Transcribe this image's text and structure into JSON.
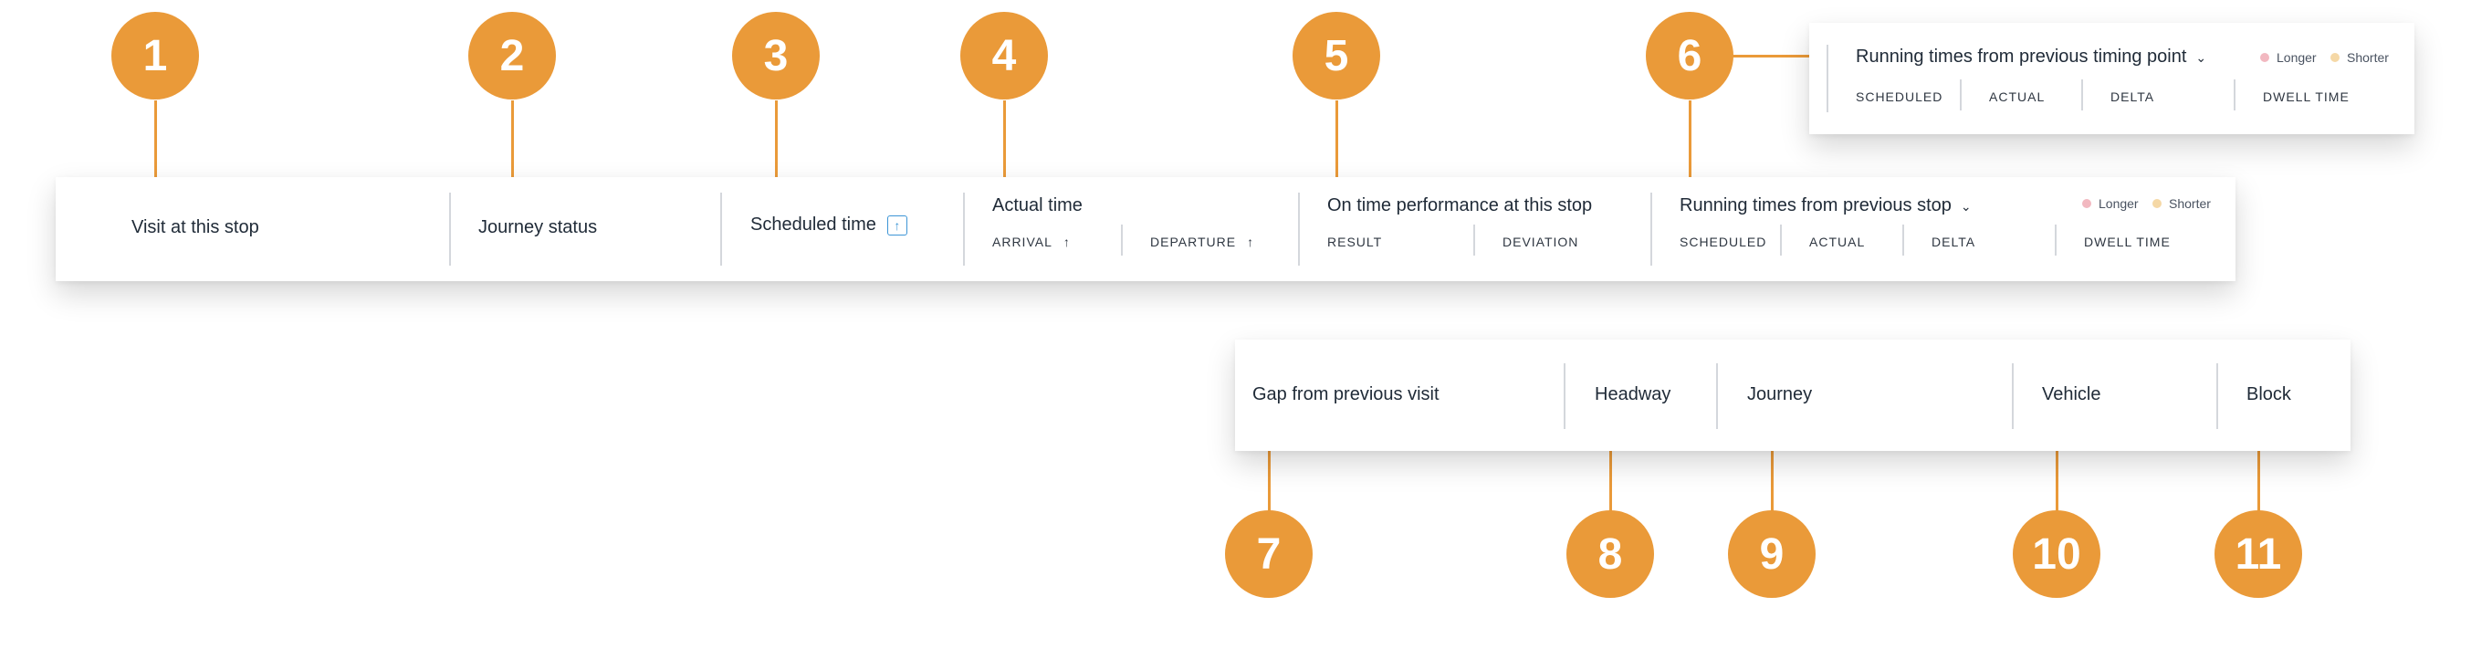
{
  "markers": [
    "1",
    "2",
    "3",
    "4",
    "5",
    "6",
    "7",
    "8",
    "9",
    "10",
    "11"
  ],
  "main_header": {
    "visit": "Visit at this stop",
    "journey_status": "Journey status",
    "scheduled_time": "Scheduled time",
    "actual_time": {
      "title": "Actual time",
      "arrival": "ARRIVAL",
      "departure": "DEPARTURE"
    },
    "otp": {
      "title": "On time performance at this stop",
      "result": "RESULT",
      "deviation": "DEVIATION"
    },
    "running_times": {
      "title": "Running times from previous stop",
      "scheduled": "SCHEDULED",
      "actual": "ACTUAL",
      "delta": "DELTA",
      "dwell": "DWELL TIME",
      "legend_longer": "Longer",
      "legend_shorter": "Shorter"
    }
  },
  "timing_point_header": {
    "title": "Running times from previous timing point",
    "scheduled": "SCHEDULED",
    "actual": "ACTUAL",
    "delta": "DELTA",
    "dwell": "DWELL TIME",
    "legend_longer": "Longer",
    "legend_shorter": "Shorter"
  },
  "secondary_header": {
    "gap": "Gap from previous visit",
    "headway": "Headway",
    "journey": "Journey",
    "vehicle": "Vehicle",
    "block": "Block"
  },
  "icons": {
    "sort_up": "↑",
    "chevron_down": "⌄"
  },
  "colors": {
    "accent": "#ea9a39",
    "longer": "#f2b8c0",
    "shorter": "#f5d8a6",
    "sort_active": "#3d95d6"
  }
}
